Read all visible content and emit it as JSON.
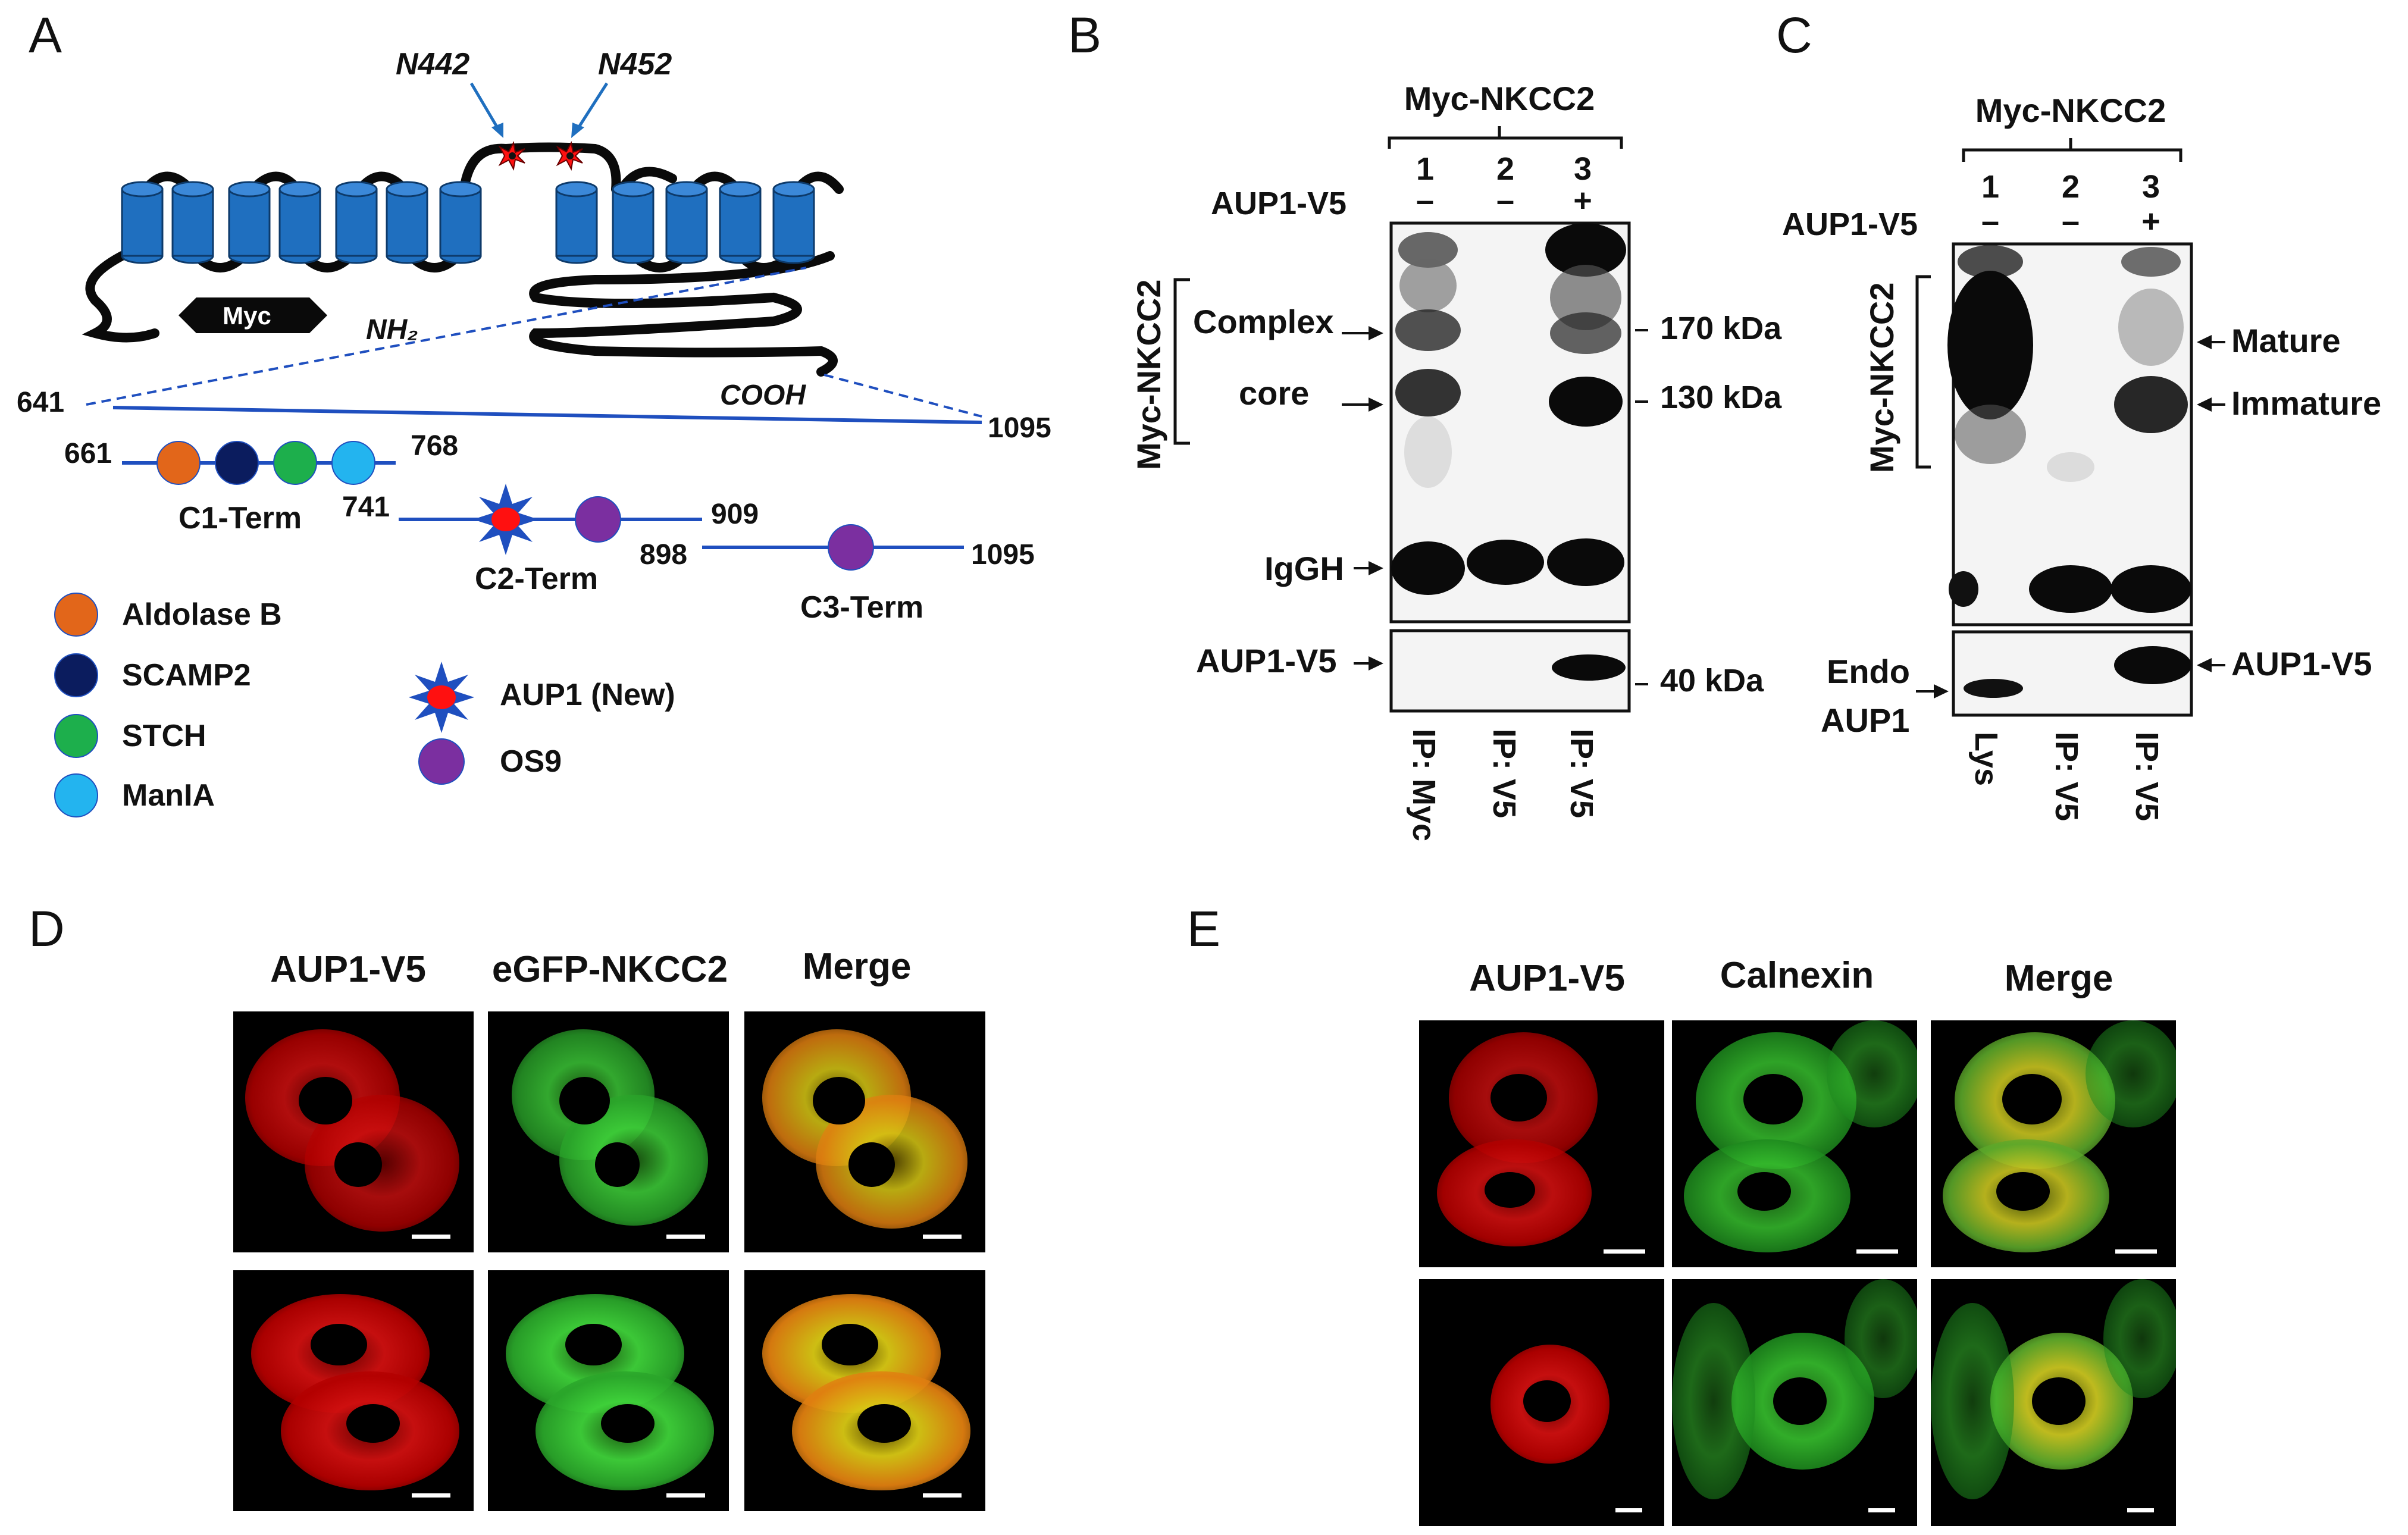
{
  "panels": {
    "a": {
      "letter": "A"
    },
    "b": {
      "letter": "B"
    },
    "c": {
      "letter": "C"
    },
    "d": {
      "letter": "D"
    },
    "e": {
      "letter": "E"
    }
  },
  "panelA": {
    "glyco_sites": [
      "N442",
      "N452"
    ],
    "tag": "Myc",
    "nterm": "NH₂",
    "cterm": "COOH",
    "range_start": "641",
    "range_end": "1095",
    "fragments": [
      {
        "name": "C1-Term",
        "start": "661",
        "end": "768"
      },
      {
        "name": "C2-Term",
        "start": "741",
        "end": "909"
      },
      {
        "name": "C3-Term",
        "start": "898",
        "end": "1095"
      }
    ],
    "legend": [
      {
        "label": "Aldolase B",
        "color": "#e2661a"
      },
      {
        "label": "SCAMP2",
        "color": "#0b1c5e"
      },
      {
        "label": "STCH",
        "color": "#1daf4c"
      },
      {
        "label": "ManIA",
        "color": "#23b4ef"
      },
      {
        "label": "AUP1 (New)",
        "color": "#ff1010"
      },
      {
        "label": "OS9",
        "color": "#7b2fa0"
      }
    ],
    "membrane_color": "#1f6fbf"
  },
  "panelB": {
    "title": "Myc-NKCC2",
    "lanes": [
      "1",
      "2",
      "3"
    ],
    "row_label": "AUP1-V5",
    "row_values": [
      "–",
      "–",
      "+"
    ],
    "side_label": "Myc-NKCC2",
    "band_labels": [
      "Complex",
      "core",
      "IgGH",
      "AUP1-V5"
    ],
    "markers": [
      "170 kDa",
      "130 kDa",
      "40 kDa"
    ],
    "ip_labels": [
      "IP: Myc",
      "IP: V5",
      "IP: V5"
    ]
  },
  "panelC": {
    "title": "Myc-NKCC2",
    "lanes": [
      "1",
      "2",
      "3"
    ],
    "row_label": "AUP1-V5",
    "row_values": [
      "–",
      "–",
      "+"
    ],
    "side_label": "Myc-NKCC2",
    "band_labels": [
      "Mature",
      "Immature",
      "AUP1-V5"
    ],
    "endo_label": [
      "Endo",
      "AUP1"
    ],
    "ip_labels": [
      "Lys",
      "IP: V5",
      "IP: V5"
    ]
  },
  "panelD": {
    "columns": [
      "AUP1-V5",
      "eGFP-NKCC2",
      "Merge"
    ]
  },
  "panelE": {
    "columns": [
      "AUP1-V5",
      "Calnexin",
      "Merge"
    ]
  }
}
